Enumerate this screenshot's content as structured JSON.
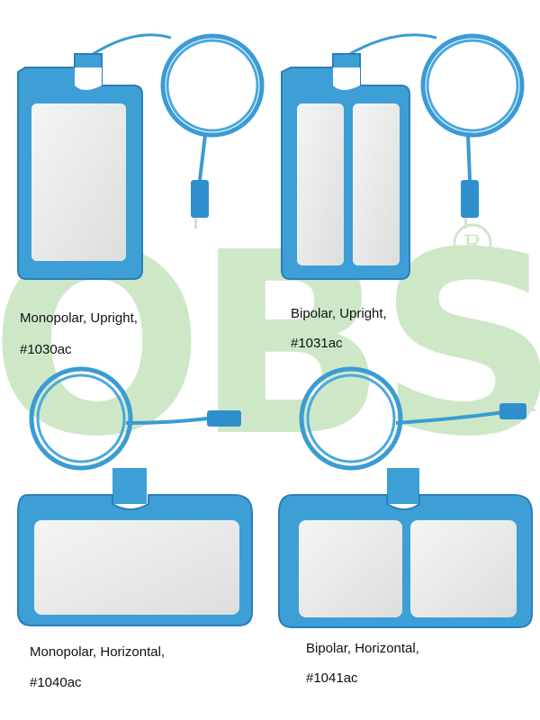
{
  "watermark": {
    "letters": "OBS",
    "registered": "®",
    "color": "#c9e6c1"
  },
  "colors": {
    "pad_blue": "#3d9fd6",
    "pad_edge": "#2a7fb8",
    "gel": "#eef0ee",
    "cable": "#3a9bd5"
  },
  "products": [
    {
      "name": "Monopolar, Upright,",
      "code": "#1030ac"
    },
    {
      "name": "Bipolar, Upright,",
      "code": "#1031ac"
    },
    {
      "name": "Monopolar, Horizontal,",
      "code": "#1040ac"
    },
    {
      "name": "Bipolar, Horizontal,",
      "code": "#1041ac"
    }
  ]
}
